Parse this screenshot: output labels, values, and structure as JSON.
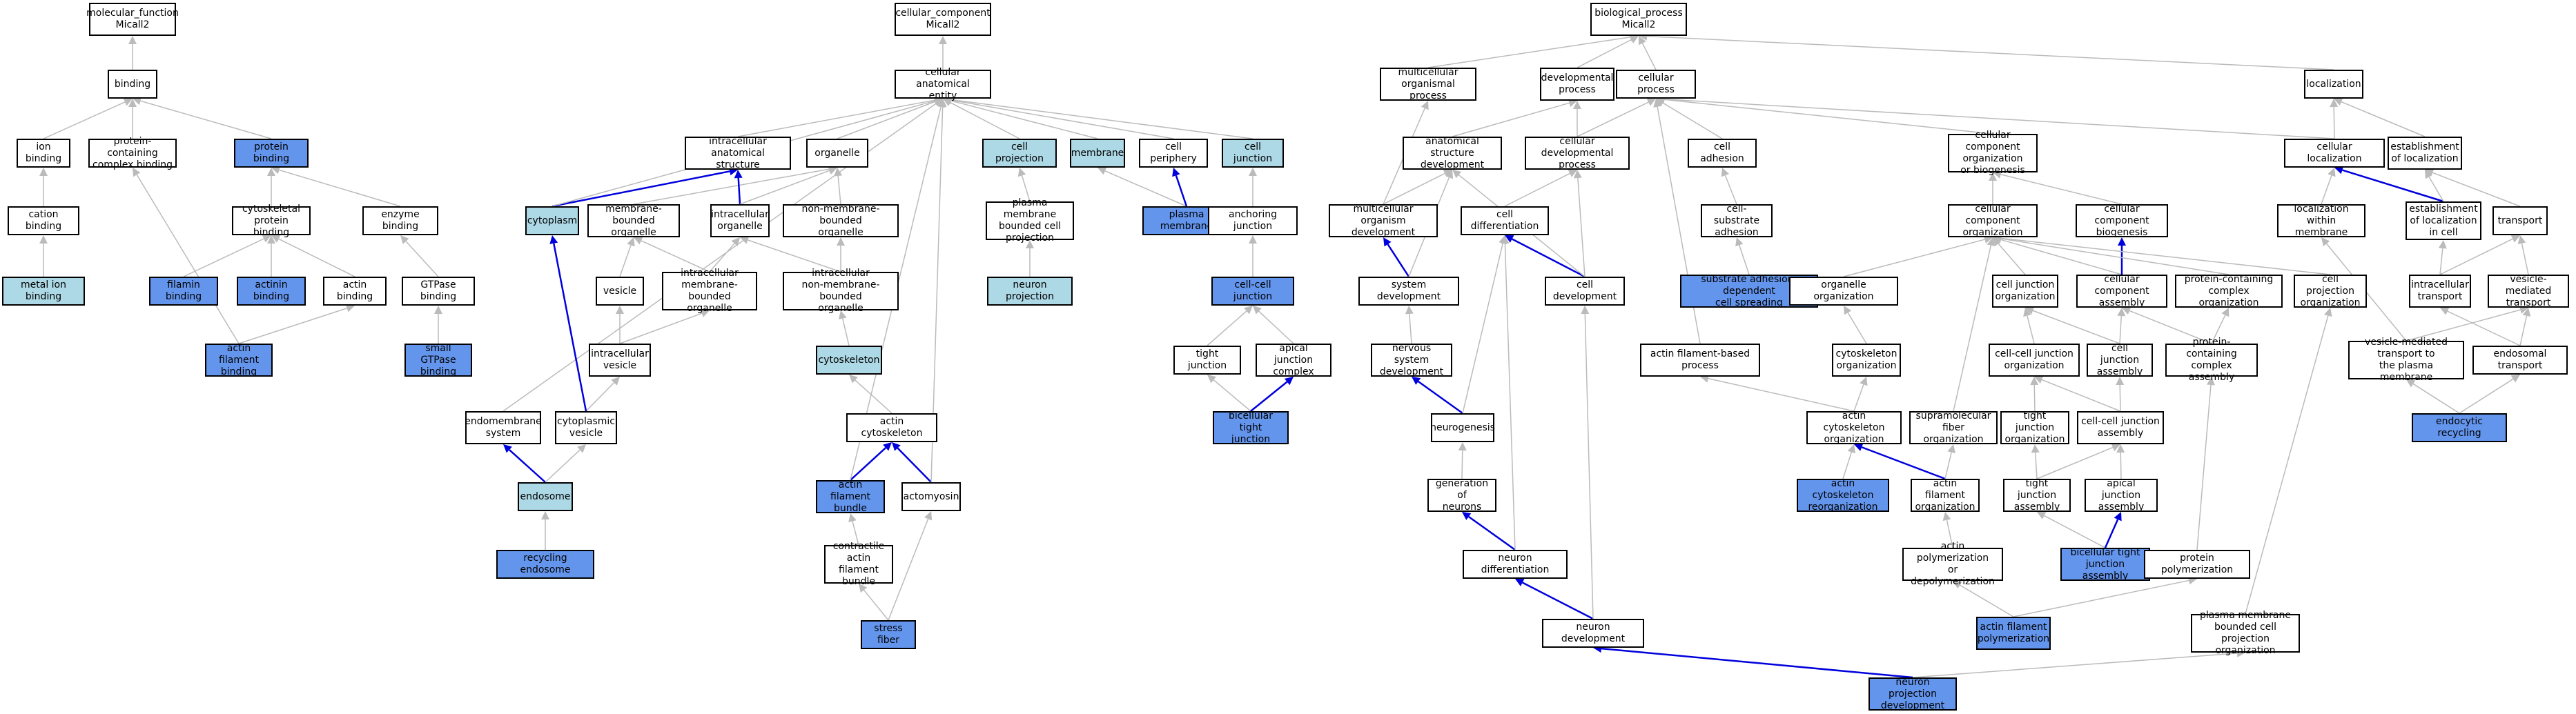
{
  "colors": {
    "light": "#add8e6",
    "blue": "#6495ed",
    "edge_gray": "#bbbbbb",
    "edge_blue": "#0000dd"
  },
  "nodes": {
    "mf_root": {
      "label": "molecular_function\nMicall2",
      "style": "white"
    },
    "binding": {
      "label": "binding",
      "style": "white"
    },
    "ion_binding": {
      "label": "ion binding",
      "style": "white"
    },
    "protein_containing_complex_binding": {
      "label": "protein-containing\ncomplex binding",
      "style": "white"
    },
    "protein_binding": {
      "label": "protein binding",
      "style": "blue"
    },
    "cation_binding": {
      "label": "cation binding",
      "style": "white"
    },
    "cytoskeletal_protein_binding": {
      "label": "cytoskeletal\nprotein binding",
      "style": "white"
    },
    "enzyme_binding": {
      "label": "enzyme binding",
      "style": "white"
    },
    "metal_ion_binding": {
      "label": "metal ion binding",
      "style": "light"
    },
    "filamin_binding": {
      "label": "filamin binding",
      "style": "blue"
    },
    "actinin_binding": {
      "label": "actinin binding",
      "style": "blue"
    },
    "actin_binding": {
      "label": "actin binding",
      "style": "white"
    },
    "gtpase_binding": {
      "label": "GTPase binding",
      "style": "white"
    },
    "actin_filament_binding": {
      "label": "actin filament\nbinding",
      "style": "blue"
    },
    "small_gtpase_binding": {
      "label": "small GTPase\nbinding",
      "style": "blue"
    },
    "cc_root": {
      "label": "cellular_component\nMicall2",
      "style": "white"
    },
    "cellular_anatomical_entity": {
      "label": "cellular anatomical\nentity",
      "style": "white"
    },
    "intracellular_anatomical_structure": {
      "label": "intracellular\nanatomical structure",
      "style": "white"
    },
    "organelle": {
      "label": "organelle",
      "style": "white"
    },
    "cell_projection": {
      "label": "cell projection",
      "style": "light"
    },
    "membrane": {
      "label": "membrane",
      "style": "light"
    },
    "cell_periphery": {
      "label": "cell periphery",
      "style": "white"
    },
    "cell_junction": {
      "label": "cell junction",
      "style": "light"
    },
    "cytoplasm": {
      "label": "cytoplasm",
      "style": "light"
    },
    "membrane_bounded_organelle": {
      "label": "membrane-bounded\norganelle",
      "style": "white"
    },
    "intracellular_organelle": {
      "label": "intracellular\norganelle",
      "style": "white"
    },
    "non_membrane_bounded_organelle": {
      "label": "non-membrane-bounded\norganelle",
      "style": "white"
    },
    "pm_bounded_cell_projection": {
      "label": "plasma membrane\nbounded cell\nprojection",
      "style": "white"
    },
    "plasma_membrane": {
      "label": "plasma membrane",
      "style": "blue"
    },
    "anchoring_junction": {
      "label": "anchoring junction",
      "style": "white"
    },
    "vesicle": {
      "label": "vesicle",
      "style": "white"
    },
    "intracellular_mb_organelle": {
      "label": "intracellular\nmembrane-bounded\norganelle",
      "style": "white"
    },
    "intracellular_nmb_organelle": {
      "label": "intracellular\nnon-membrane-bounded\norganelle",
      "style": "white"
    },
    "neuron_projection": {
      "label": "neuron projection",
      "style": "light"
    },
    "cell_cell_junction": {
      "label": "cell-cell junction",
      "style": "blue"
    },
    "intracellular_vesicle": {
      "label": "intracellular\nvesicle",
      "style": "white"
    },
    "cytoskeleton": {
      "label": "cytoskeleton",
      "style": "light"
    },
    "tight_junction": {
      "label": "tight junction",
      "style": "white"
    },
    "apical_junction_complex": {
      "label": "apical junction\ncomplex",
      "style": "white"
    },
    "endomembrane_system": {
      "label": "endomembrane\nsystem",
      "style": "white"
    },
    "cytoplasmic_vesicle": {
      "label": "cytoplasmic\nvesicle",
      "style": "white"
    },
    "actin_cytoskeleton": {
      "label": "actin cytoskeleton",
      "style": "white"
    },
    "bicellular_tight_junction": {
      "label": "bicellular tight\njunction",
      "style": "blue"
    },
    "endosome": {
      "label": "endosome",
      "style": "light"
    },
    "actin_filament_bundle": {
      "label": "actin filament\nbundle",
      "style": "blue"
    },
    "actomyosin": {
      "label": "actomyosin",
      "style": "white"
    },
    "recycling_endosome": {
      "label": "recycling endosome",
      "style": "blue"
    },
    "contractile_actin_filament_bundle": {
      "label": "contractile\nactin filament\nbundle",
      "style": "white"
    },
    "stress_fiber": {
      "label": "stress fiber",
      "style": "blue"
    },
    "bp_root": {
      "label": "biological_process\nMicall2",
      "style": "white"
    },
    "multicellular_organismal_process": {
      "label": "multicellular\norganismal process",
      "style": "white"
    },
    "developmental_process": {
      "label": "developmental\nprocess",
      "style": "white"
    },
    "cellular_process": {
      "label": "cellular process",
      "style": "white"
    },
    "localization": {
      "label": "localization",
      "style": "white"
    },
    "anatomical_structure_development": {
      "label": "anatomical structure\ndevelopment",
      "style": "white"
    },
    "cellular_developmental_process": {
      "label": "cellular developmental\nprocess",
      "style": "white"
    },
    "cell_adhesion": {
      "label": "cell adhesion",
      "style": "white"
    },
    "cellular_component_org_or_biogenesis": {
      "label": "cellular component\norganization\nor biogenesis",
      "style": "white"
    },
    "cellular_localization": {
      "label": "cellular localization",
      "style": "white"
    },
    "establishment_of_localization": {
      "label": "establishment\nof localization",
      "style": "white"
    },
    "multicellular_organism_development": {
      "label": "multicellular\norganism development",
      "style": "white"
    },
    "cell_differentiation": {
      "label": "cell differentiation",
      "style": "white"
    },
    "cell_substrate_adhesion": {
      "label": "cell-substrate\nadhesion",
      "style": "white"
    },
    "cellular_component_organization": {
      "label": "cellular component\norganization",
      "style": "white"
    },
    "cellular_component_biogenesis": {
      "label": "cellular component\nbiogenesis",
      "style": "white"
    },
    "localization_within_membrane": {
      "label": "localization\nwithin membrane",
      "style": "white"
    },
    "establishment_of_localization_in_cell": {
      "label": "establishment\nof localization\nin cell",
      "style": "white"
    },
    "transport": {
      "label": "transport",
      "style": "white"
    },
    "system_development": {
      "label": "system development",
      "style": "white"
    },
    "cell_development": {
      "label": "cell development",
      "style": "white"
    },
    "substrate_adhesion_dependent_cell_spreading": {
      "label": "substrate adhesion-dependent\ncell spreading",
      "style": "blue"
    },
    "organelle_organization": {
      "label": "organelle organization",
      "style": "white"
    },
    "cell_junction_organization": {
      "label": "cell junction\norganization",
      "style": "white"
    },
    "cellular_component_assembly": {
      "label": "cellular component\nassembly",
      "style": "white"
    },
    "protein_containing_complex_organization": {
      "label": "protein-containing\ncomplex organization",
      "style": "white"
    },
    "cell_projection_organization": {
      "label": "cell projection\norganization",
      "style": "white"
    },
    "intracellular_transport": {
      "label": "intracellular\ntransport",
      "style": "white"
    },
    "vesicle_mediated_transport": {
      "label": "vesicle-mediated\ntransport",
      "style": "white"
    },
    "nervous_system_development": {
      "label": "nervous system\ndevelopment",
      "style": "white"
    },
    "actin_filament_based_process": {
      "label": "actin filament-based\nprocess",
      "style": "white"
    },
    "cytoskeleton_organization": {
      "label": "cytoskeleton\norganization",
      "style": "white"
    },
    "cell_cell_junction_organization": {
      "label": "cell-cell junction\norganization",
      "style": "white"
    },
    "cell_junction_assembly": {
      "label": "cell junction\nassembly",
      "style": "white"
    },
    "protein_containing_complex_assembly": {
      "label": "protein-containing\ncomplex assembly",
      "style": "white"
    },
    "vesicle_mediated_transport_to_pm": {
      "label": "vesicle-mediated\ntransport to\nthe plasma membrane",
      "style": "white"
    },
    "endosomal_transport": {
      "label": "endosomal transport",
      "style": "white"
    },
    "neurogenesis": {
      "label": "neurogenesis",
      "style": "white"
    },
    "actin_cytoskeleton_organization": {
      "label": "actin cytoskeleton\norganization",
      "style": "white"
    },
    "supramolecular_fiber_organization": {
      "label": "supramolecular\nfiber organization",
      "style": "white"
    },
    "tight_junction_organization": {
      "label": "tight junction\norganization",
      "style": "white"
    },
    "cell_cell_junction_assembly": {
      "label": "cell-cell junction\nassembly",
      "style": "white"
    },
    "endocytic_recycling": {
      "label": "endocytic recycling",
      "style": "blue"
    },
    "generation_of_neurons": {
      "label": "generation of\nneurons",
      "style": "white"
    },
    "actin_cytoskeleton_reorganization": {
      "label": "actin cytoskeleton\nreorganization",
      "style": "blue"
    },
    "actin_filament_organization": {
      "label": "actin filament\norganization",
      "style": "white"
    },
    "tight_junction_assembly": {
      "label": "tight junction\nassembly",
      "style": "white"
    },
    "apical_junction_assembly": {
      "label": "apical junction\nassembly",
      "style": "white"
    },
    "neuron_differentiation": {
      "label": "neuron differentiation",
      "style": "white"
    },
    "bicellular_tight_junction_assembly": {
      "label": "bicellular tight\njunction assembly",
      "style": "blue"
    },
    "actin_polymerization_or_depolymerization": {
      "label": "actin polymerization\nor depolymerization",
      "style": "white"
    },
    "protein_polymerization": {
      "label": "protein polymerization",
      "style": "white"
    },
    "neuron_development": {
      "label": "neuron development",
      "style": "white"
    },
    "actin_filament_polymerization": {
      "label": "actin filament\npolymerization",
      "style": "blue"
    },
    "pm_bounded_cell_projection_organization": {
      "label": "plasma membrane\nbounded cell\nprojection organization",
      "style": "white"
    },
    "neuron_projection_development": {
      "label": "neuron projection\ndevelopment",
      "style": "blue"
    }
  }
}
